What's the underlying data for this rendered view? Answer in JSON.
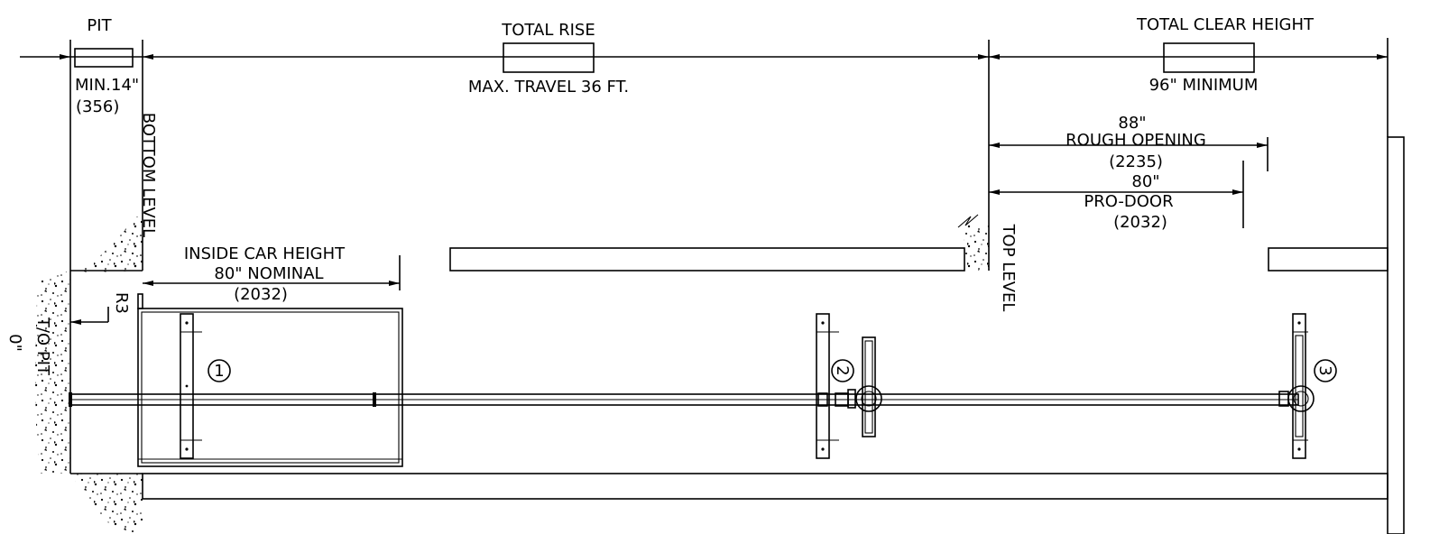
{
  "dimensions": {
    "pit": {
      "label": "PIT",
      "value": "MIN.14\"",
      "metric": "(356)"
    },
    "total_rise": {
      "label": "TOTAL RISE",
      "value": "MAX. TRAVEL 36 FT."
    },
    "total_clear_height": {
      "label": "TOTAL CLEAR HEIGHT",
      "value": "96\" MINIMUM"
    },
    "rough_opening": {
      "value": "88\"",
      "label": "ROUGH OPENING",
      "metric": "(2235)"
    },
    "pro_door": {
      "value": "80\"",
      "label": "PRO-DOOR",
      "metric": "(2032)"
    },
    "inside_car_height": {
      "label": "INSIDE CAR HEIGHT",
      "value": "80\" NOMINAL",
      "metric": "(2032)"
    }
  },
  "levels": {
    "bottom": "BOTTOM LEVEL",
    "top": "TOP LEVEL",
    "pit": "T/O PIT",
    "pit_value": "0\""
  },
  "callouts": {
    "r3": "R3",
    "one": "1",
    "two": "2",
    "three": "3"
  }
}
